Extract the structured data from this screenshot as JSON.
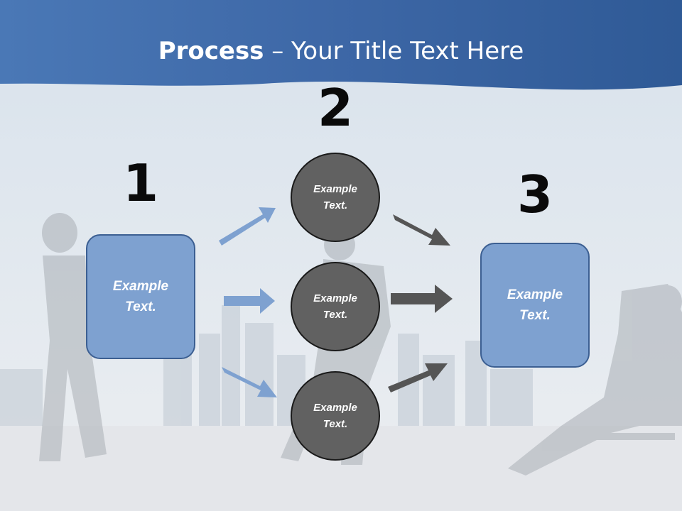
{
  "title": {
    "bold": "Process",
    "rest": " – Your Title Text Here"
  },
  "steps": [
    {
      "number": "1",
      "label": "Example\nText."
    },
    {
      "number": "2",
      "label": "Example\nText."
    },
    {
      "number": "3",
      "label": "Example\nText."
    }
  ],
  "circles": [
    {
      "label": "Example\nText."
    },
    {
      "label": "Example\nText."
    },
    {
      "label": "Example\nText."
    }
  ],
  "colors": {
    "header": "#3f6aa8",
    "box_fill": "#7ea1d0",
    "box_border": "#3c5f92",
    "circle_fill": "#616161",
    "arrow_blue": "#7ea1d0",
    "arrow_gray": "#555555"
  }
}
